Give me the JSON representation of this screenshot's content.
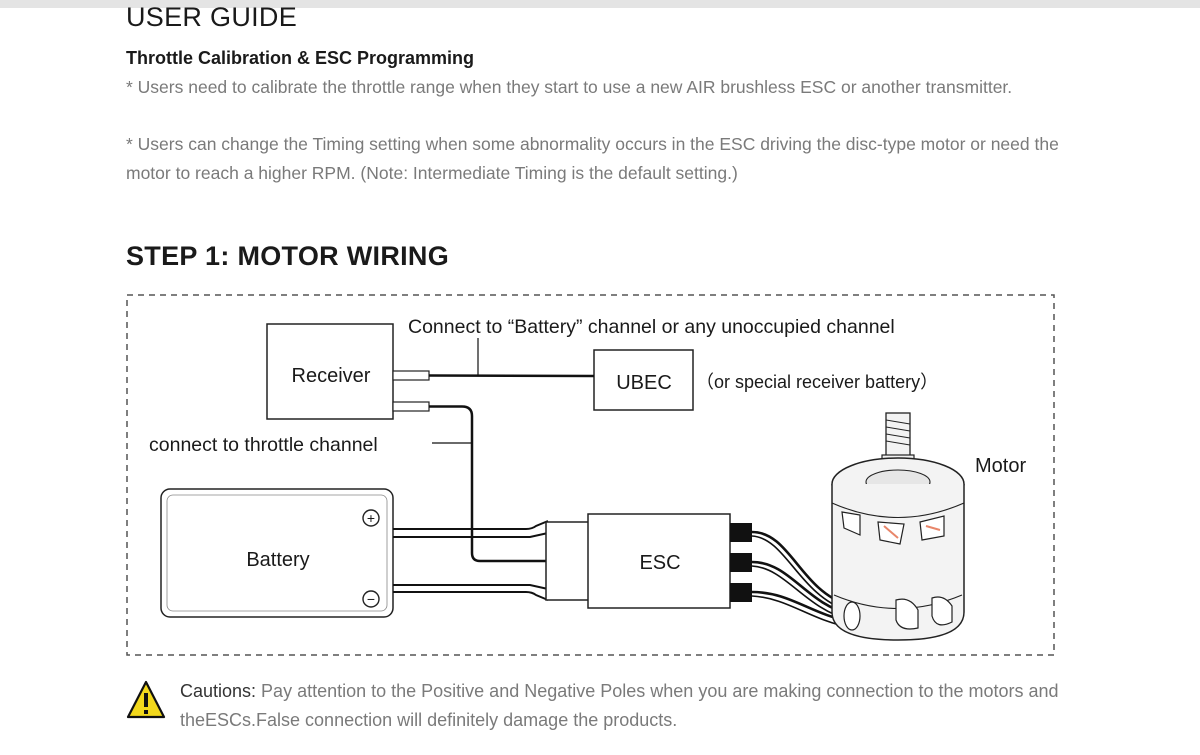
{
  "header": {
    "title": "USER GUIDE",
    "subtitle": "Throttle Calibration & ESC Programming"
  },
  "notes": [
    "* Users need to calibrate the throttle range when they start to use a new AIR brushless ESC or another transmitter.",
    "* Users can change the Timing setting when some abnormality occurs in the ESC driving the disc-type motor or need the motor to reach a higher RPM. (Note: Intermediate Timing is the default setting.)"
  ],
  "step": {
    "title": "STEP 1: MOTOR WIRING"
  },
  "diagram": {
    "receiver_label": "Receiver",
    "ubec_label": "UBEC",
    "ubec_note": "（or special receiver battery）",
    "battery_channel_label": "Connect to “Battery” channel or any unoccupied channel",
    "throttle_channel_label": "connect to throttle channel",
    "battery_label": "Battery",
    "plus_sign": "+",
    "minus_sign": "−",
    "esc_label": "ESC",
    "motor_label": "Motor"
  },
  "cautions": {
    "label": "Cautions:",
    "text": " Pay attention to the Positive and Negative Poles when you are making connection to the motors and theESCs.False connection will definitely damage the products.",
    "icon": "warning-triangle-icon",
    "icon_color": "#f2d81c"
  },
  "colors": {
    "text_dark": "#1a1a1a",
    "text_gray": "#7a7a7a",
    "line": "#111111",
    "motor_body": "#f3f3f3",
    "motor_accent": "#e8866a"
  }
}
